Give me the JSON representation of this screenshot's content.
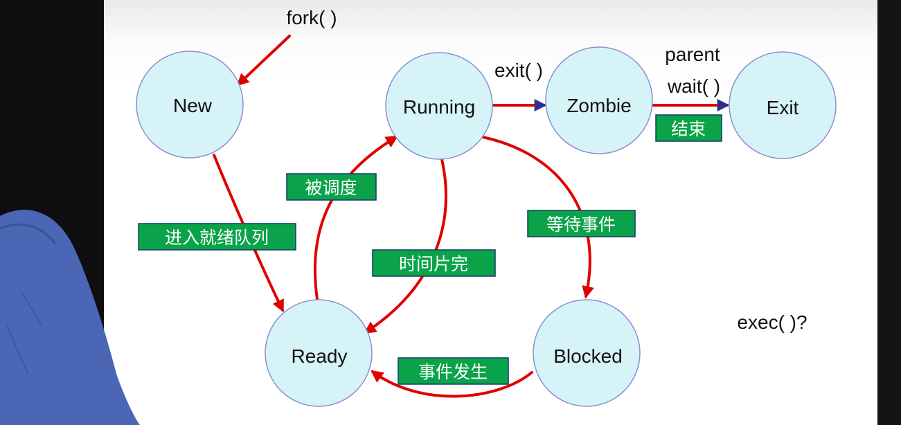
{
  "states": {
    "new": "New",
    "running": "Running",
    "zombie": "Zombie",
    "exit": "Exit",
    "ready": "Ready",
    "blocked": "Blocked"
  },
  "calls": {
    "fork": "fork( )",
    "exit": "exit( )",
    "parent": "parent",
    "wait": "wait( )",
    "exec": "exec( )?"
  },
  "tags": {
    "end": "结束",
    "scheduled": "被调度",
    "enter_ready_queue": "进入就绪队列",
    "wait_event": "等待事件",
    "time_slice_done": "时间片完",
    "event_occurs": "事件发生"
  },
  "colors": {
    "state_fill": "#d6f3f8",
    "arrow": "#e00000",
    "tag_fill": "#0aa349"
  }
}
